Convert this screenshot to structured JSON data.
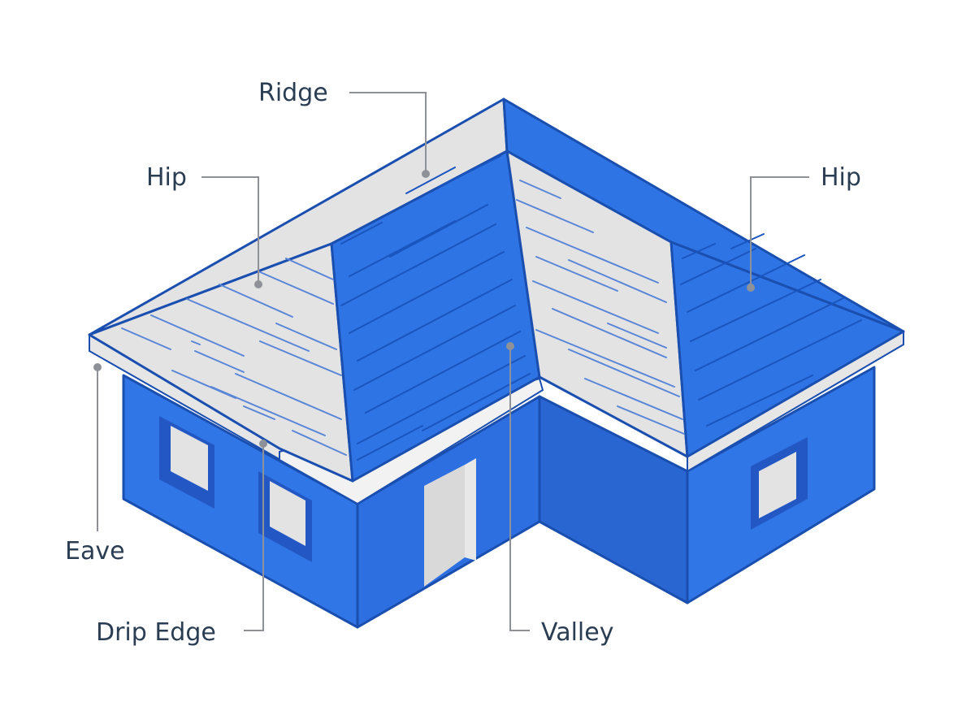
{
  "diagram": {
    "colors": {
      "roof_blue": "#2f74e4",
      "wall_front": "#3076e6",
      "wall_side": "#2a66d2",
      "roof_light": "#e3e3e3",
      "outline": "#1a4fb0",
      "label_text": "#2b3d52",
      "leader_line": "#8e9298"
    },
    "labels": {
      "ridge": "Ridge",
      "hip_left": "Hip",
      "hip_right": "Hip",
      "eave": "Eave",
      "drip_edge": "Drip Edge",
      "valley": "Valley"
    }
  }
}
